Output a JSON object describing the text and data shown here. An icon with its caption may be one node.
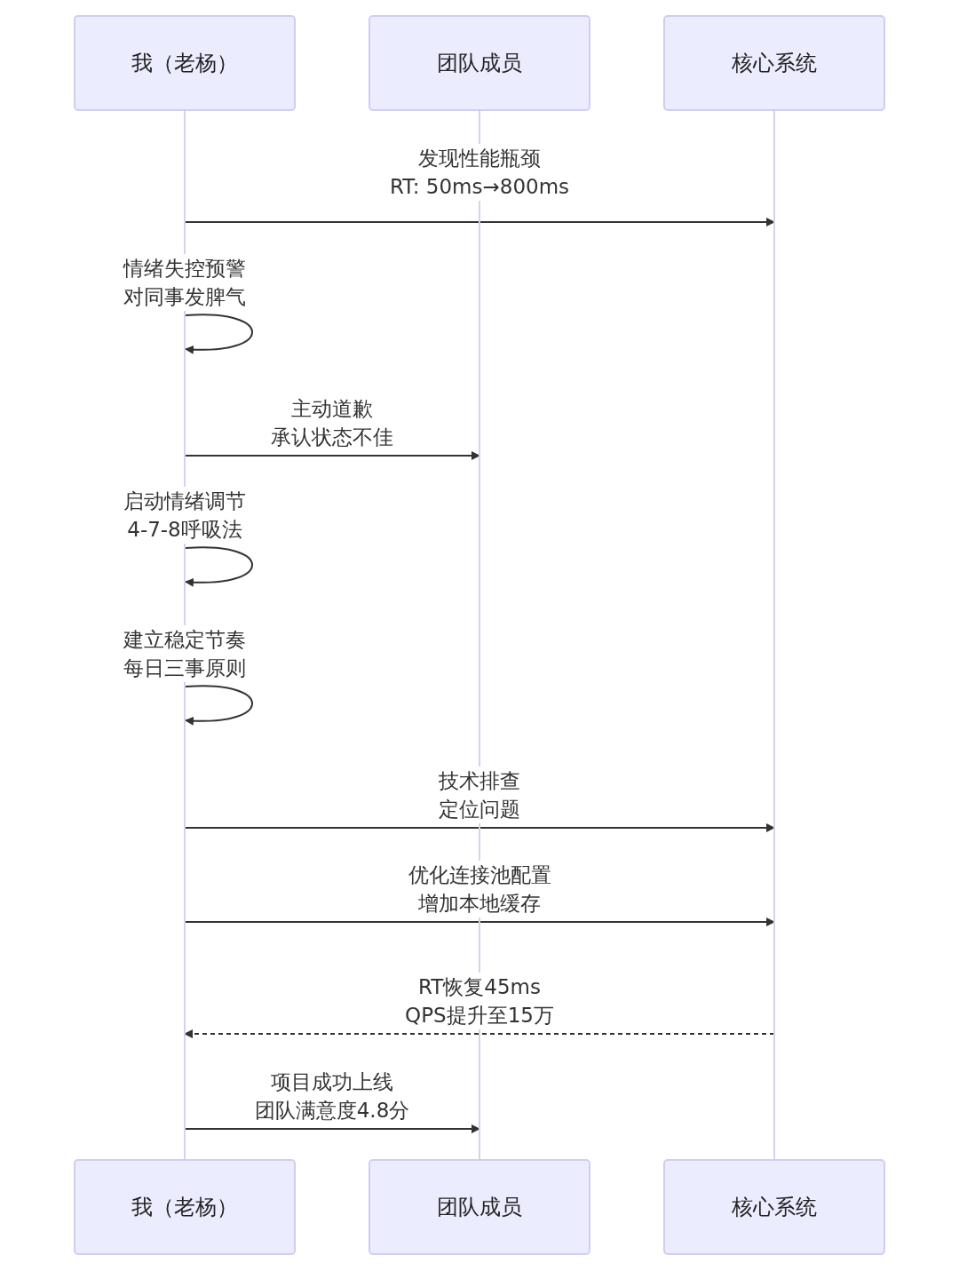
{
  "diagram": {
    "nodes": [
      {
        "text": [
          "我（老杨）"
        ]
      },
      {
        "text": [
          "团队成员"
        ]
      },
      {
        "text": [
          "核心系统"
        ]
      },
      {
        "text": [],
        "shape": "bar"
      },
      {
        "text": [],
        "shape": "bar"
      },
      {
        "text": [],
        "shape": "bar"
      },
      {
        "text": [
          "我（老杨）"
        ]
      },
      {
        "text": [
          "团队成员"
        ]
      },
      {
        "text": [
          "核心系统"
        ]
      }
    ],
    "edges": [
      {
        "from": 3,
        "to": 5,
        "arrow": "to",
        "label": "发现性能瓶颈RT: 50ms→800ms"
      },
      {
        "from": 3,
        "to": 3,
        "arrow": "to",
        "label": "情绪失控预警对同事发脾气"
      },
      {
        "from": 3,
        "to": 4,
        "arrow": "to",
        "label": "主动道歉承认状态不佳"
      },
      {
        "from": 3,
        "to": 3,
        "arrow": "to",
        "label": "启动情绪调节4-7-8呼吸法"
      },
      {
        "from": 3,
        "to": 3,
        "arrow": "to",
        "label": "建立稳定节奏每日三事原则"
      },
      {
        "from": 3,
        "to": 5,
        "arrow": "to",
        "label": "技术排查定位问题"
      },
      {
        "from": 3,
        "to": 5,
        "arrow": "to",
        "label": "优化连接池配置增加本地缓存"
      },
      {
        "from": 5,
        "to": 3,
        "arrow": "to",
        "label": "RT恢复45msQPS提升至15万",
        "style": "dashed"
      },
      {
        "from": 3,
        "to": 4,
        "arrow": "to",
        "label": "项目成功上线团队满意度4.8分"
      }
    ]
  }
}
